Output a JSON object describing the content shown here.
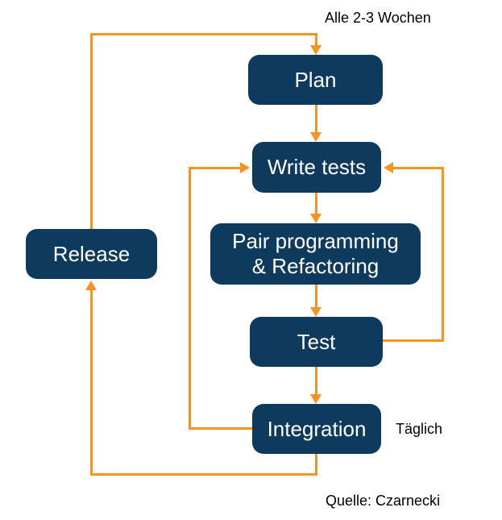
{
  "colors": {
    "node_fill": "#0e3a5e",
    "node_text": "#ffffff",
    "arrow": "#f7941e",
    "annotation_text": "#000000",
    "background": "#ffffff"
  },
  "diagram": {
    "nodes": {
      "plan": {
        "label": "Plan"
      },
      "write_tests": {
        "label": "Write tests"
      },
      "pair": {
        "line1": "Pair programming",
        "line2": "& Refactoring"
      },
      "test": {
        "label": "Test"
      },
      "integration": {
        "label": "Integration"
      },
      "release": {
        "label": "Release"
      }
    },
    "annotations": {
      "cycle": "Alle 2-3 Wochen",
      "daily": "Täglich",
      "source": "Quelle: Czarnecki"
    },
    "edges": [
      {
        "from": "Plan",
        "to": "Write tests"
      },
      {
        "from": "Write tests",
        "to": "Pair programming & Refactoring"
      },
      {
        "from": "Pair programming & Refactoring",
        "to": "Test"
      },
      {
        "from": "Test",
        "to": "Integration"
      },
      {
        "from": "Test",
        "to": "Write tests"
      },
      {
        "from": "Integration",
        "to": "Write tests"
      },
      {
        "from": "Integration",
        "to": "Release"
      },
      {
        "from": "Release",
        "to": "Plan"
      }
    ]
  }
}
